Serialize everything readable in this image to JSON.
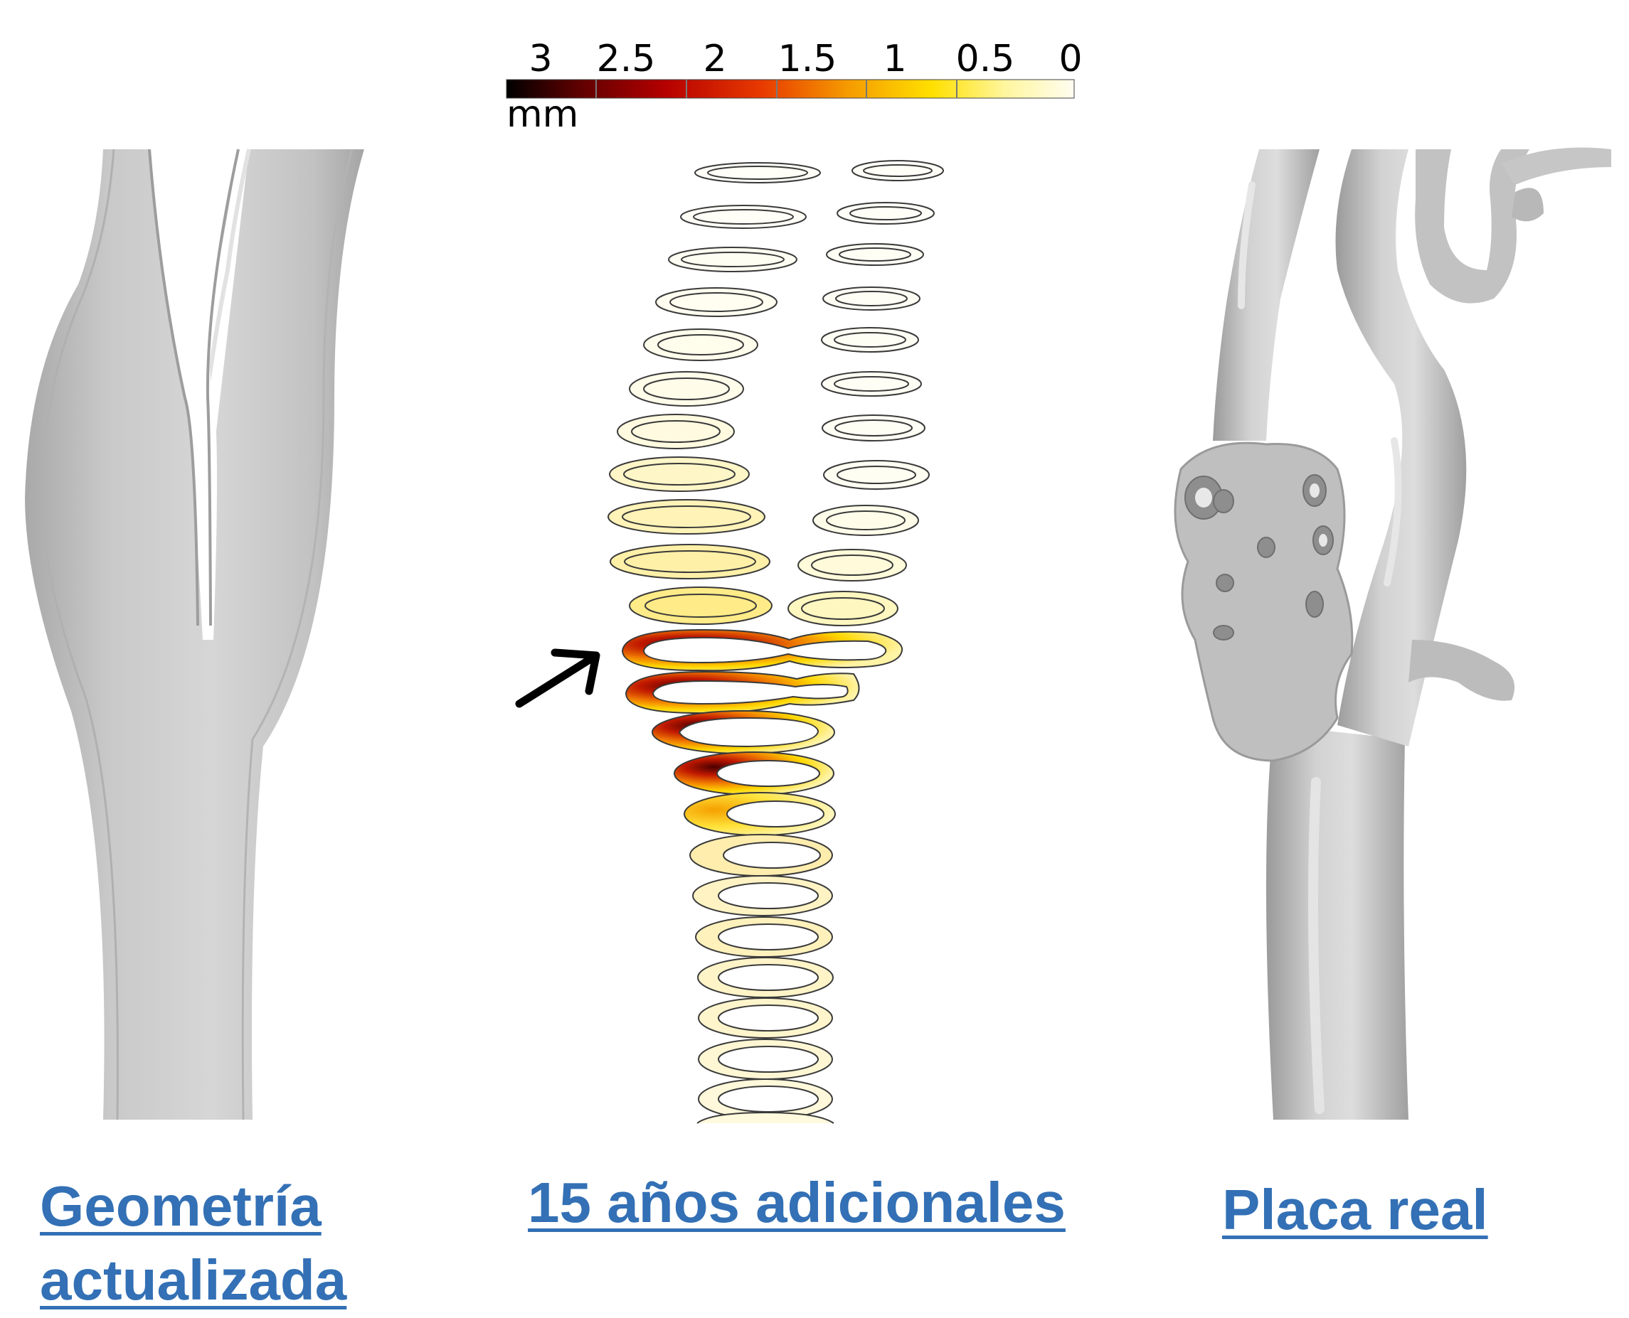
{
  "colorbar": {
    "ticks": [
      "3",
      "2.5",
      "2",
      "1.5",
      "1",
      "0.5",
      "0"
    ],
    "unit": "mm",
    "gradient": [
      "#000000",
      "#5a0000",
      "#b50000",
      "#e83a00",
      "#f59a00",
      "#ffe000",
      "#fff6a0",
      "#fffdf0"
    ]
  },
  "captions": {
    "left_line1": "Geometría",
    "left_line2": "actualizada",
    "center": "15 años adicionales",
    "right": "Placa real"
  },
  "colors": {
    "caption": "#3370b5",
    "vessel_model": "#c6c6c6",
    "vessel_real": "#bdbdbd"
  },
  "icons": {
    "arrow": "arrow-up-right-icon"
  }
}
